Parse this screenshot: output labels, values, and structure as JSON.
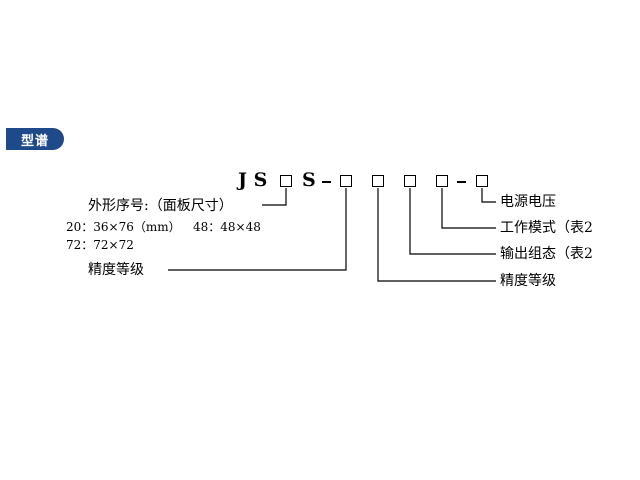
{
  "section_tag": "型谱",
  "code": {
    "js": "J S",
    "s": "S"
  },
  "labels": {
    "outline": "外形序号:（面板尺寸）",
    "size_20": "20：36×76（mm）",
    "size_48": "48：48×48",
    "size_72": "72：72×72",
    "accuracy_left": "精度等级",
    "power": "电源电压",
    "work_mode": "工作模式（表2",
    "output": "输出组态（表2",
    "accuracy_right": "精度等级"
  }
}
